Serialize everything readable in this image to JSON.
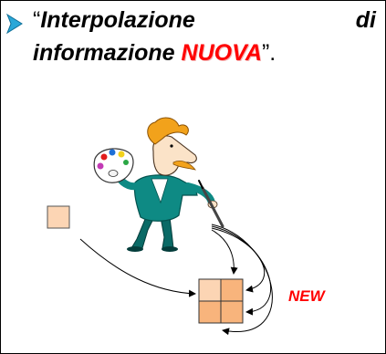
{
  "slide": {
    "open_quote": "“",
    "line1_text": "Interpolazione",
    "line1_word_di": "di",
    "line2_text": "informazione ",
    "highlight": "NUOVA",
    "close_quote": "”.",
    "new_label": "NEW"
  },
  "colors": {
    "bullet": "#2aa7d8",
    "accent": "#ff0000",
    "pixel_light": "#fcd5b4",
    "pixel_orange": "#f8b47c"
  },
  "icons": [
    "arrow-bullet-icon",
    "painter-character-icon",
    "curved-arrow-icon"
  ]
}
